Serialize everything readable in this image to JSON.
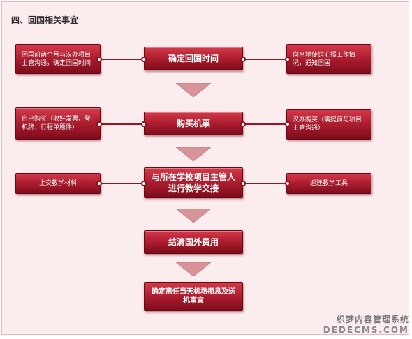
{
  "heading": "四、回国相关事宜",
  "steps": [
    {
      "main": "确定回国时间",
      "left": "回国前两个月与汉办项目主管沟通，确定回国时间",
      "right": "向当地使馆汇报工作情况，通知回国"
    },
    {
      "main": "购买机票",
      "left": "自己购买（收好发票、登机牌、行程单原件）",
      "right": "汉办购买（需提前与项目主管沟通）"
    },
    {
      "main": "与所在学校项目主管人进行教学交接",
      "left": "上交教学材料",
      "right": "返还教学工具"
    },
    {
      "main": "结清国外费用"
    },
    {
      "main": "确定离任当天机场衔息及送机事宜"
    }
  ],
  "watermark": {
    "line1": "织梦内容管理系统",
    "line2": "DEDECMS.COM"
  },
  "colors": {
    "background": "#fbecee",
    "box_red": "#b01f30",
    "arrow_pink": "#d9949a"
  }
}
